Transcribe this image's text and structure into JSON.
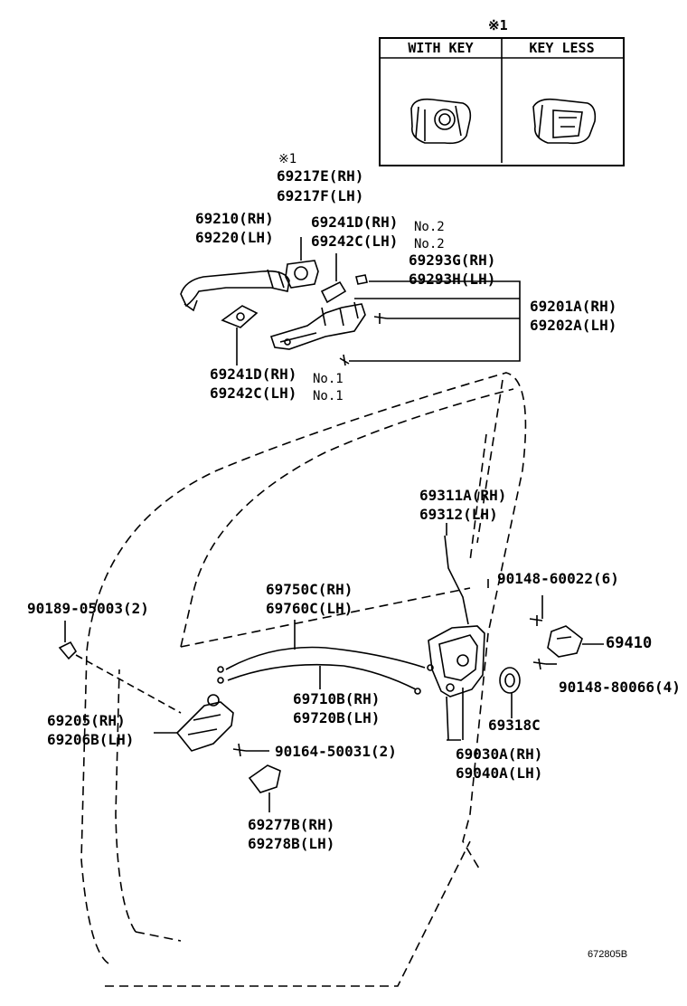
{
  "inset": {
    "marker": "※1",
    "columns": [
      "WITH KEY",
      "KEY LESS"
    ]
  },
  "labels": {
    "p69217": [
      "※1",
      "69217E(RH)",
      "69217F(LH)"
    ],
    "p69210": [
      "69210(RH)",
      "69220(LH)"
    ],
    "p69241_top": [
      "69241D(RH)",
      "69242C(LH)"
    ],
    "p69241_top_no": [
      "No.2",
      "No.2"
    ],
    "p69293": [
      "69293G(RH)",
      "69293H(LH)"
    ],
    "p69201": [
      "69201A(RH)",
      "69202A(LH)"
    ],
    "p69241_bot": [
      "69241D(RH)",
      "69242C(LH)"
    ],
    "p69241_bot_no": [
      "No.1",
      "No.1"
    ],
    "p69311": [
      "69311A(RH)",
      "69312(LH)"
    ],
    "p90148_60022": "90148-60022(6)",
    "p69750": [
      "69750C(RH)",
      "69760C(LH)"
    ],
    "p90189": "90189-05003(2)",
    "p69410": "69410",
    "p90148_80066": "90148-80066(4)",
    "p69710": [
      "69710B(RH)",
      "69720B(LH)"
    ],
    "p69205": [
      "69205(RH)",
      "69206B(LH)"
    ],
    "p69318": "69318C",
    "p90164": "90164-50031(2)",
    "p69030": [
      "69030A(RH)",
      "69040A(LH)"
    ],
    "p69277": [
      "69277B(RH)",
      "69278B(LH)"
    ]
  },
  "drawing_code": "672805B"
}
